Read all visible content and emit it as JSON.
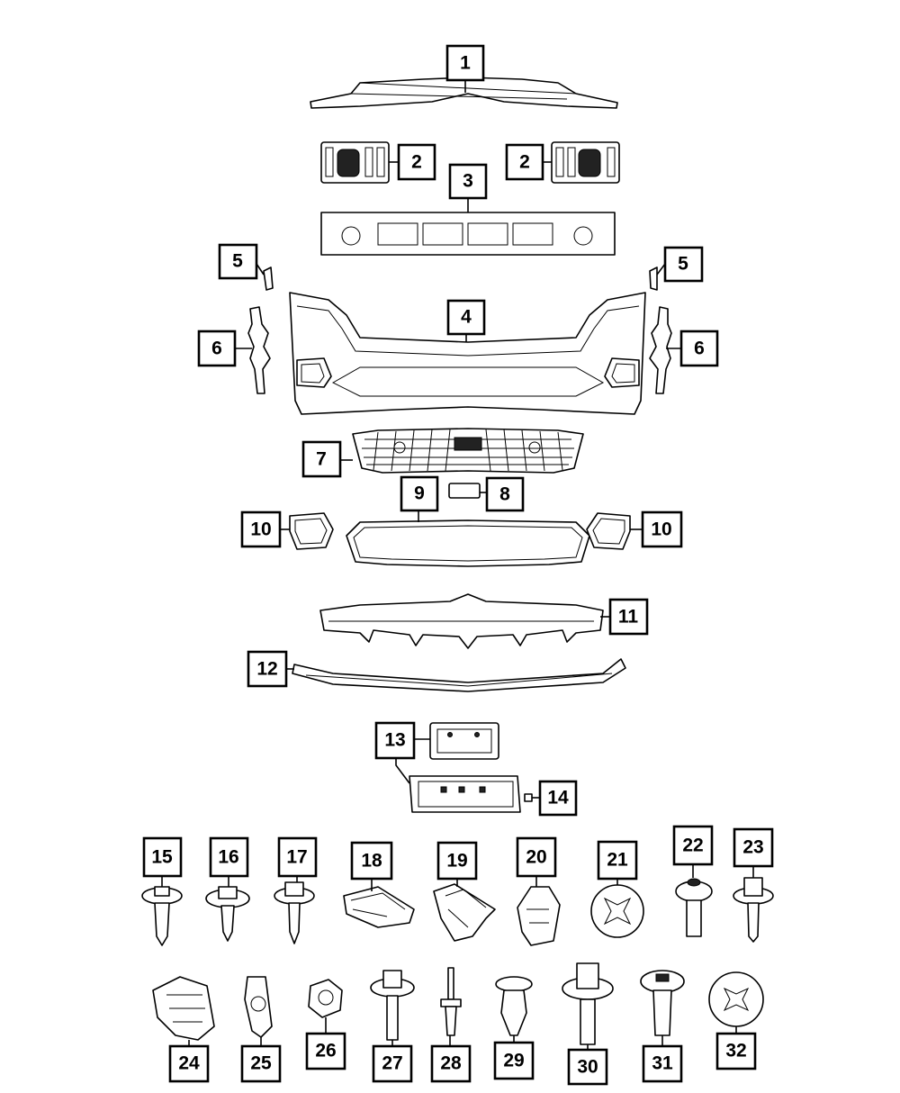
{
  "callouts": [
    "1",
    "2",
    "3",
    "4",
    "5",
    "6",
    "7",
    "8",
    "9",
    "10",
    "11",
    "12",
    "13",
    "14",
    "15",
    "16",
    "17",
    "18",
    "19",
    "20",
    "21",
    "22",
    "23",
    "24",
    "25",
    "26",
    "27",
    "28",
    "29",
    "30",
    "31",
    "32"
  ]
}
